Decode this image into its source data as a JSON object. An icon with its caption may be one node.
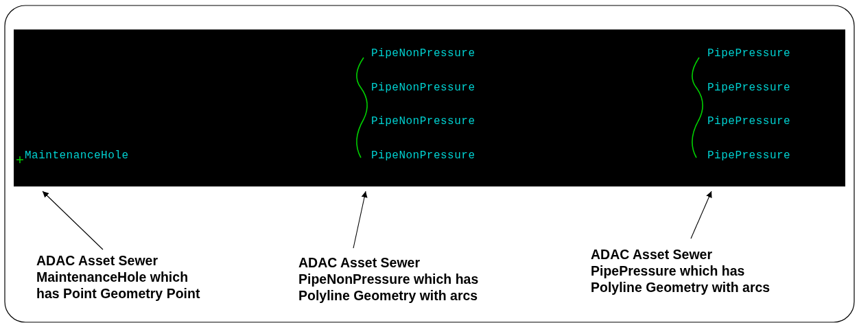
{
  "diagram": {
    "nodes": [
      {
        "text": [],
        "shape": "box"
      },
      {
        "text": [
          "ADAC Asset Sewer MaintenanceHole which has Point Geometry Point"
        ]
      },
      {
        "text": [
          "ADAC Asset Sewer PipeNonPressure which has Polyline Geometry with arcs"
        ]
      },
      {
        "text": [
          "ADAC Asset Sewer PipePressure which has Polyline Geometry with arcs"
        ]
      }
    ],
    "edges": [
      {
        "from": 1,
        "to": 0,
        "arrow": "to"
      },
      {
        "from": 2,
        "to": 0,
        "arrow": "to"
      },
      {
        "from": 3,
        "to": 0,
        "arrow": "to"
      }
    ],
    "labels": [
      "PipeNonPressure",
      "PipePressure",
      "PipeNonPressure",
      "PipePressure",
      "PipeNonPressure",
      "PipePressure",
      "MaintenanceHole",
      "PipeNonPressure",
      "PipePressure"
    ]
  }
}
